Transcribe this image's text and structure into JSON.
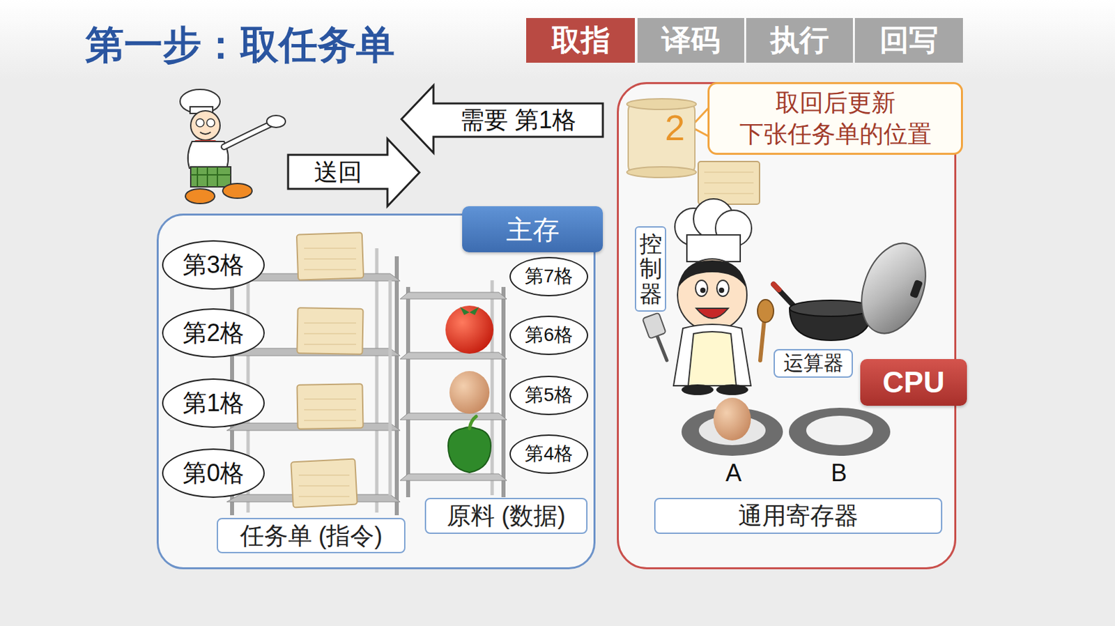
{
  "diagram": {
    "title": "第一步：取任务单",
    "nodes": [
      {
        "text": [
          "取指"
        ]
      },
      {
        "text": [
          "译码"
        ]
      },
      {
        "text": [
          "执行"
        ]
      },
      {
        "text": [
          "回写"
        ]
      },
      {
        "text": [
          "需要 第1格"
        ]
      },
      {
        "text": [
          "送回"
        ]
      },
      {
        "text": [
          "主存"
        ]
      },
      {
        "text": [
          "第3格"
        ],
        "in": 6
      },
      {
        "text": [
          "第2格"
        ],
        "in": 6
      },
      {
        "text": [
          "第1格"
        ],
        "in": 6
      },
      {
        "text": [
          "第0格"
        ],
        "in": 6
      },
      {
        "text": [
          "第7格"
        ],
        "in": 6
      },
      {
        "text": [
          "第6格"
        ],
        "in": 6
      },
      {
        "text": [
          "第5格"
        ],
        "in": 6
      },
      {
        "text": [
          "第4格"
        ],
        "in": 6
      },
      {
        "text": [
          "任务单 (指令)"
        ],
        "in": 6
      },
      {
        "text": [
          "原料 (数据)"
        ],
        "in": 6
      },
      {
        "text": [
          "CPU"
        ]
      },
      {
        "text": [
          "取回后更新 下张任务单的位置"
        ],
        "in": 17
      },
      {
        "text": [
          "控制器"
        ],
        "in": 17
      },
      {
        "text": [
          "运算器"
        ],
        "in": 17
      },
      {
        "text": [
          "通用寄存器"
        ],
        "in": 17
      }
    ],
    "labels": [
      "2",
      "A",
      "B"
    ]
  }
}
